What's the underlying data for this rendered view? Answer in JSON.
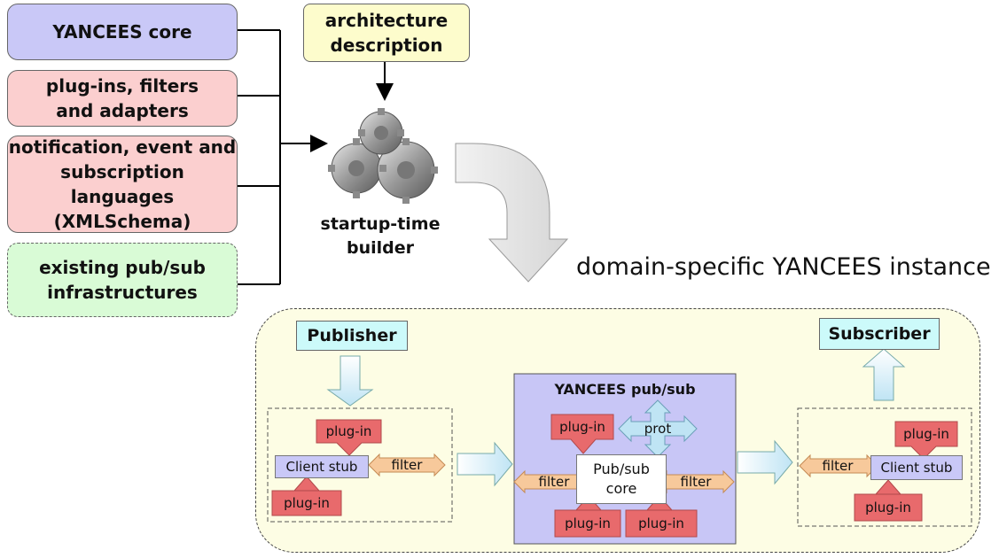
{
  "inputs": {
    "core": "YANCEES core",
    "plugins": "plug-ins, filters\nand adapters",
    "languages": "notification, event and\nsubscription languages\n(XMLSchema)",
    "infrastructures": "existing pub/sub\ninfrastructures"
  },
  "architecture_description": "architecture\ndescription",
  "builder_label": "startup-time\nbuilder",
  "instance_title": "domain-specific YANCEES instance",
  "instance": {
    "publisher": "Publisher",
    "subscriber": "Subscriber",
    "pubsub_title": "YANCEES pub/sub",
    "left_group": {
      "plugin_top": "plug-in",
      "client_stub": "Client stub",
      "filter": "filter",
      "plugin_bottom": "plug-in"
    },
    "core_group": {
      "plugin_top": "plug-in",
      "prot": "prot",
      "core": "Pub/sub\ncore",
      "filter_left": "filter",
      "filter_right": "filter",
      "plugin_bottom_left": "plug-in",
      "plugin_bottom_right": "plug-in"
    },
    "right_group": {
      "plugin_top": "plug-in",
      "client_stub": "Client stub",
      "filter": "filter",
      "plugin_bottom": "plug-in"
    }
  },
  "colors": {
    "core_box": "#c9c8f7",
    "plugins_box": "#fbcfcf",
    "infra_box": "#d9fbd6",
    "arch_box": "#fdfccc",
    "instance_bg": "#fdfde4",
    "pubsub_bg": "#c8c6f6",
    "publisher_box": "#ccfafa",
    "plugin": "#e86a6c",
    "filter": "#f7c99b"
  }
}
